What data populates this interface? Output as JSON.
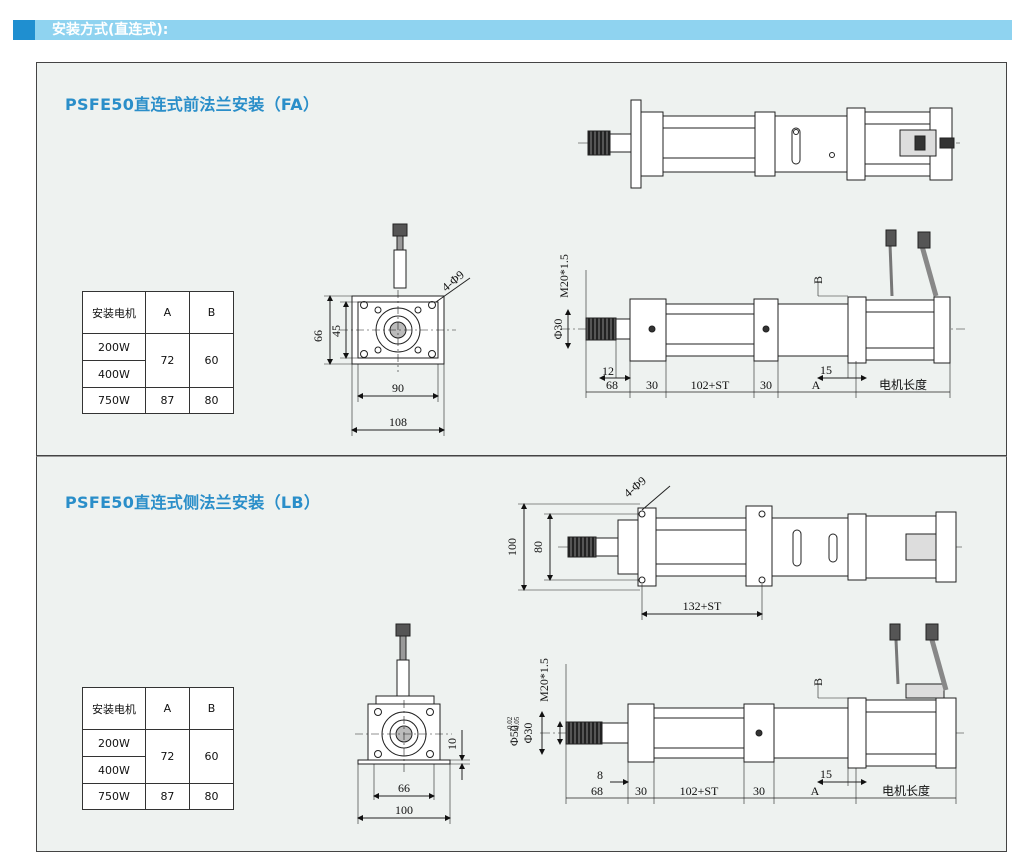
{
  "header": {
    "title": "安装方式(直连式):"
  },
  "sections": [
    {
      "title": "PSFE50直连式前法兰安装（FA）",
      "table": {
        "headers": [
          "安装电机",
          "A",
          "B"
        ],
        "rows": [
          {
            "motor": "200W",
            "a": "72",
            "b": "60"
          },
          {
            "motor": "400W"
          },
          {
            "motor": "750W",
            "a": "87",
            "b": "80"
          }
        ]
      },
      "dims": {
        "flange_holes": "4-Φ9",
        "h66": "66",
        "h45": "45",
        "w90": "90",
        "w108": "108",
        "thread": "M20*1.5",
        "dia30": "Φ30",
        "b": "B",
        "d12": "12",
        "d15": "15",
        "d68": "68",
        "d30a": "30",
        "stroke": "102+ST",
        "d30b": "30",
        "a": "A",
        "motor_len": "电机长度"
      }
    },
    {
      "title": "PSFE50直连式侧法兰安装（LB）",
      "table": {
        "headers": [
          "安装电机",
          "A",
          "B"
        ],
        "rows": [
          {
            "motor": "200W",
            "a": "72",
            "b": "60"
          },
          {
            "motor": "400W"
          },
          {
            "motor": "750W",
            "a": "87",
            "b": "80"
          }
        ]
      },
      "dims": {
        "flange_holes": "4-Φ9",
        "h100": "100",
        "h80": "80",
        "mount": "132+ST",
        "thread": "M20*1.5",
        "dia50": "Φ50",
        "tol_upper": "-0.02",
        "tol_lower": "-0.05",
        "dia30": "Φ30",
        "b": "B",
        "d8": "8",
        "d15": "15",
        "d68": "68",
        "d30a": "30",
        "stroke": "102+ST",
        "d30b": "30",
        "a": "A",
        "motor_len": "电机长度",
        "h10": "10",
        "w66": "66",
        "w100": "100"
      }
    }
  ]
}
